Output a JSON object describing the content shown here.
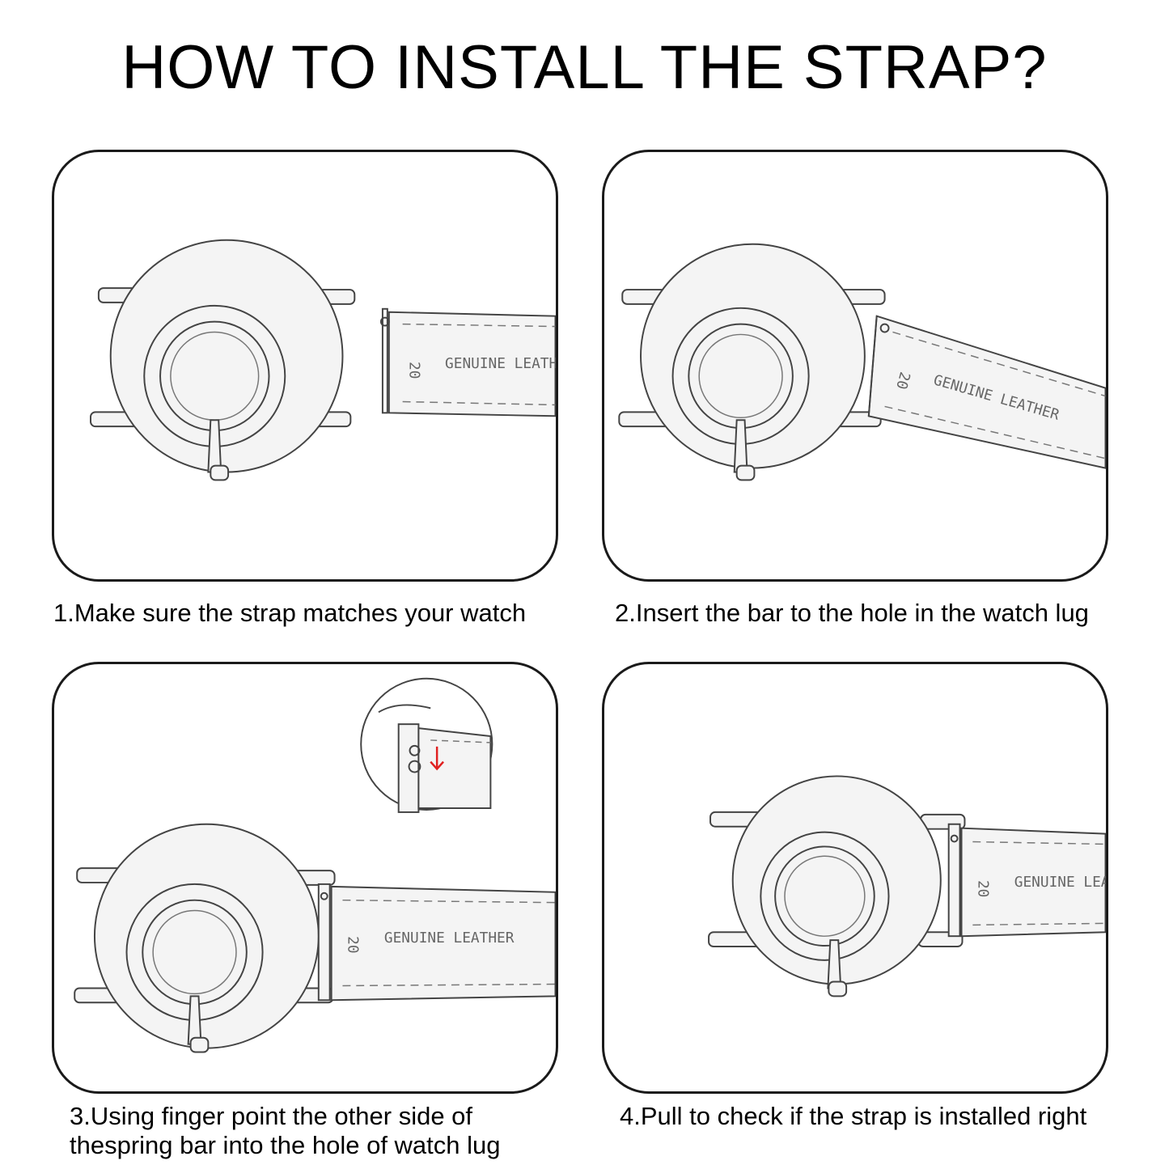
{
  "title": "HOW TO INSTALL THE STRAP?",
  "steps": [
    {
      "caption": "1.Make sure the strap matches your watch"
    },
    {
      "caption": "2.Insert the bar to the hole in the watch lug"
    },
    {
      "caption_line1": "3.Using finger point the other side of",
      "caption_line2": "thespring bar into the hole of watch lug"
    },
    {
      "caption": "4.Pull to check if the strap is installed right"
    }
  ],
  "strap": {
    "size": "20",
    "label": "GENUINE LEATHER"
  },
  "colors": {
    "arrow": "#e02020"
  }
}
